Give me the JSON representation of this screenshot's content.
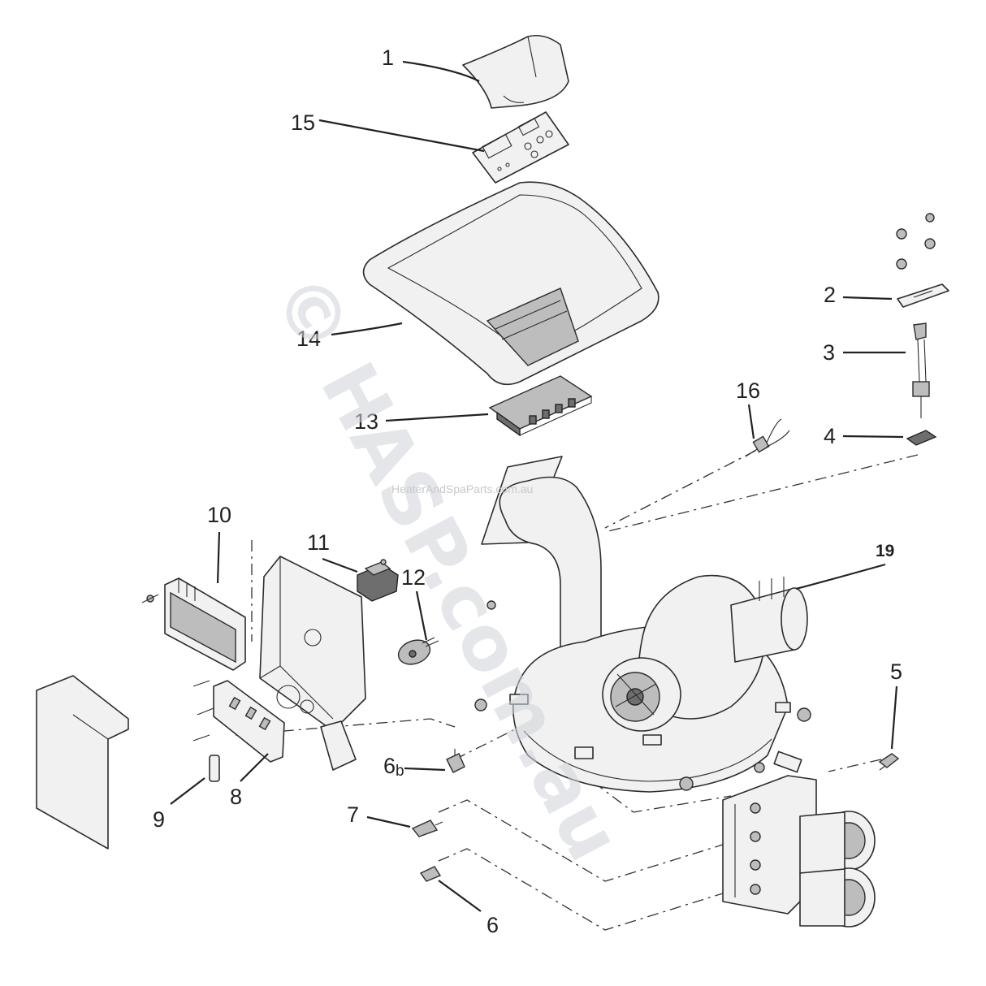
{
  "watermark": {
    "main": "© HASP.com.au",
    "url": "HeaterAndSpaParts.com.au"
  },
  "callouts": {
    "c1": "1",
    "c2": "2",
    "c3": "3",
    "c4": "4",
    "c5": "5",
    "c6": "6",
    "c6b": "6",
    "c6b_sub": "b",
    "c7": "7",
    "c8": "8",
    "c9": "9",
    "c10": "10",
    "c11": "11",
    "c12": "12",
    "c13": "13",
    "c14": "14",
    "c15": "15",
    "c16": "16",
    "c19": "19"
  }
}
